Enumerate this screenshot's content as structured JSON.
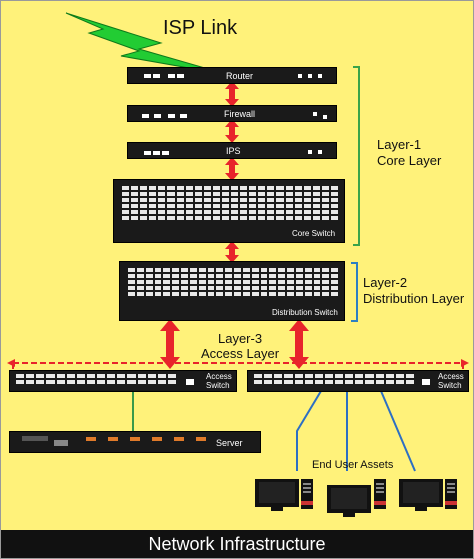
{
  "diagram": {
    "isp_label": "ISP Link",
    "devices": {
      "router": "Router",
      "firewall": "Firewall",
      "ips": "IPS",
      "core_switch": "Core Switch",
      "distribution_switch": "Distribution Switch",
      "access_switch_left": [
        "Access",
        "Switch"
      ],
      "access_switch_right": [
        "Access",
        "Switch"
      ],
      "server": "Server"
    },
    "layers": {
      "layer1": [
        "Layer-1",
        "Core Layer"
      ],
      "layer2": [
        "Layer-2",
        "Distribution Layer"
      ],
      "layer3": [
        "Layer-3",
        "Access Layer"
      ]
    },
    "end_users_label": "End User Assets",
    "footer": "Network Infrastructure",
    "colors": {
      "background": "#fff27a",
      "device": "#1a1a1a",
      "arrow_red": "#e8242b",
      "bracket_green": "#3aa34a",
      "bracket_blue": "#2d7fc3",
      "lightning_green": "#22cc33",
      "cable_green": "#3a9a4a",
      "cable_blue": "#2d6fc3"
    }
  }
}
